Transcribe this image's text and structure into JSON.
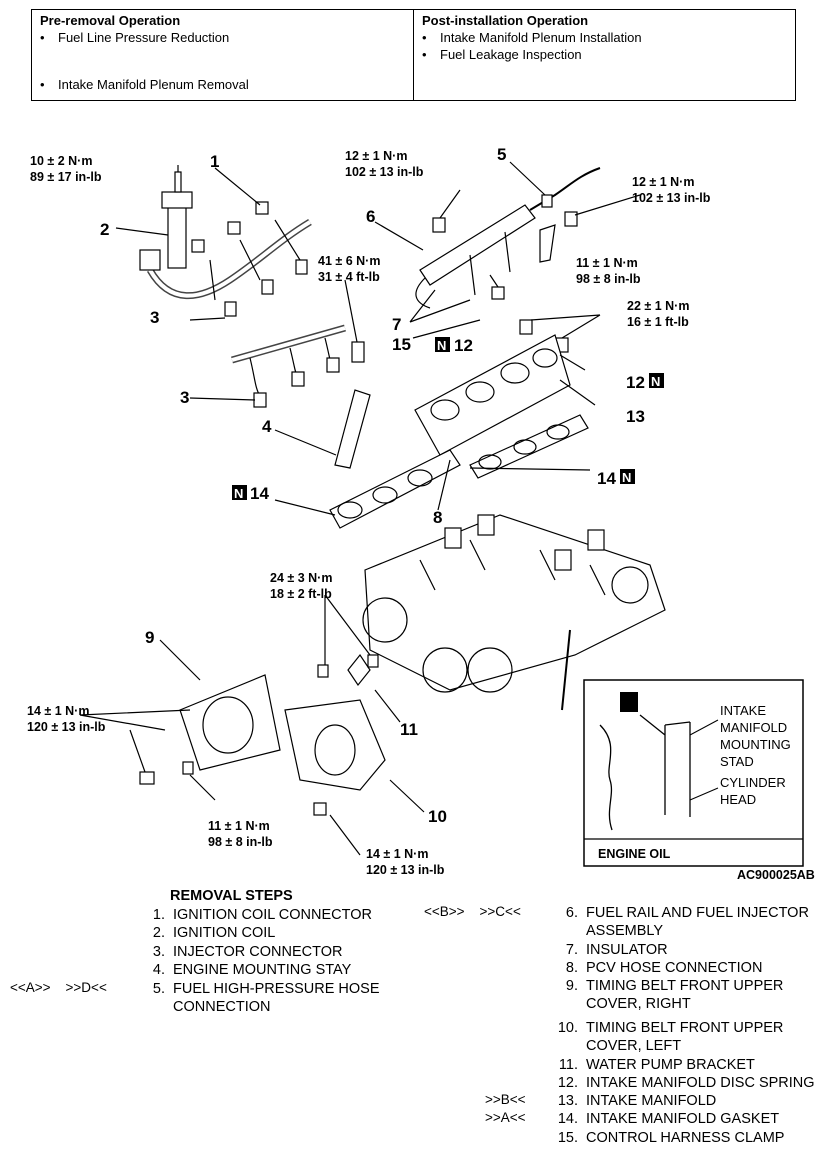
{
  "operations": {
    "pre": {
      "heading": "Pre-removal Operation",
      "items": [
        "Fuel Line Pressure Reduction",
        "Intake Manifold Plenum Removal"
      ]
    },
    "post": {
      "heading": "Post-installation Operation",
      "items": [
        "Intake Manifold Plenum Installation",
        "Fuel Leakage Inspection"
      ]
    }
  },
  "diagram": {
    "torque": {
      "t1": [
        "10 ± 2 N·m",
        "89 ± 17 in-lb"
      ],
      "t2": [
        "12 ± 1 N·m",
        "102 ± 13 in-lb"
      ],
      "t3": [
        "12 ± 1 N·m",
        "102 ± 13 in-lb"
      ],
      "t4": [
        "41 ± 6 N·m",
        "31 ± 4 ft-lb"
      ],
      "t5": [
        "11 ± 1 N·m",
        "98 ± 8 in-lb"
      ],
      "t6": [
        "22 ± 1 N·m",
        "16 ± 1 ft-lb"
      ],
      "t7": [
        "24 ± 3 N·m",
        "18 ± 2 ft-lb"
      ],
      "t8": [
        "14 ± 1 N·m",
        "120 ± 13 in-lb"
      ],
      "t9": [
        "11 ± 1 N·m",
        "98 ± 8 in-lb"
      ],
      "t10": [
        "14 ± 1 N·m",
        "120 ± 13 in-lb"
      ]
    },
    "callouts": {
      "c1": "1",
      "c2": "2",
      "c3a": "3",
      "c3b": "3",
      "c4": "4",
      "c5": "5",
      "c6": "6",
      "c7": "7",
      "c8": "8",
      "c9": "9",
      "c10": "10",
      "c11": "11",
      "c12a": "12",
      "c12b": "12",
      "c13": "13",
      "c14a": "14",
      "c14b": "14",
      "c15": "15"
    },
    "new_part_mark": "N",
    "inset": {
      "label_top": [
        "INTAKE",
        "MANIFOLD",
        "MOUNTING",
        "STAD"
      ],
      "label_bottom": [
        "CYLINDER",
        "HEAD"
      ],
      "caption": "ENGINE OIL"
    },
    "figure_id": "AC900025AB"
  },
  "removal": {
    "title": "REMOVAL STEPS",
    "steps": [
      {
        "n": "1.",
        "text": "IGNITION COIL CONNECTOR",
        "codes": ""
      },
      {
        "n": "2.",
        "text": "IGNITION COIL",
        "codes": ""
      },
      {
        "n": "3.",
        "text": "INJECTOR CONNECTOR",
        "codes": ""
      },
      {
        "n": "4.",
        "text": "ENGINE MOUNTING STAY",
        "codes": ""
      },
      {
        "n": "5.",
        "text": "FUEL HIGH-PRESSURE HOSE\nCONNECTION",
        "codes": "<<A>>    >>D<<"
      },
      {
        "n": "6.",
        "text": "FUEL RAIL AND FUEL INJECTOR\nASSEMBLY",
        "codes": "<<B>>    >>C<<"
      },
      {
        "n": "7.",
        "text": "INSULATOR",
        "codes": ""
      },
      {
        "n": "8.",
        "text": "PCV HOSE CONNECTION",
        "codes": ""
      },
      {
        "n": "9.",
        "text": "TIMING BELT FRONT UPPER\nCOVER, RIGHT",
        "codes": ""
      },
      {
        "n": "10.",
        "text": "TIMING BELT FRONT UPPER\nCOVER, LEFT",
        "codes": ""
      },
      {
        "n": "11.",
        "text": "WATER PUMP BRACKET",
        "codes": ""
      },
      {
        "n": "12.",
        "text": "INTAKE MANIFOLD DISC SPRING",
        "codes": ""
      },
      {
        "n": "13.",
        "text": "INTAKE MANIFOLD",
        "codes": ">>B<<"
      },
      {
        "n": "14.",
        "text": "INTAKE MANIFOLD GASKET",
        "codes": ">>A<<"
      },
      {
        "n": "15.",
        "text": "CONTROL HARNESS CLAMP",
        "codes": ""
      }
    ]
  }
}
